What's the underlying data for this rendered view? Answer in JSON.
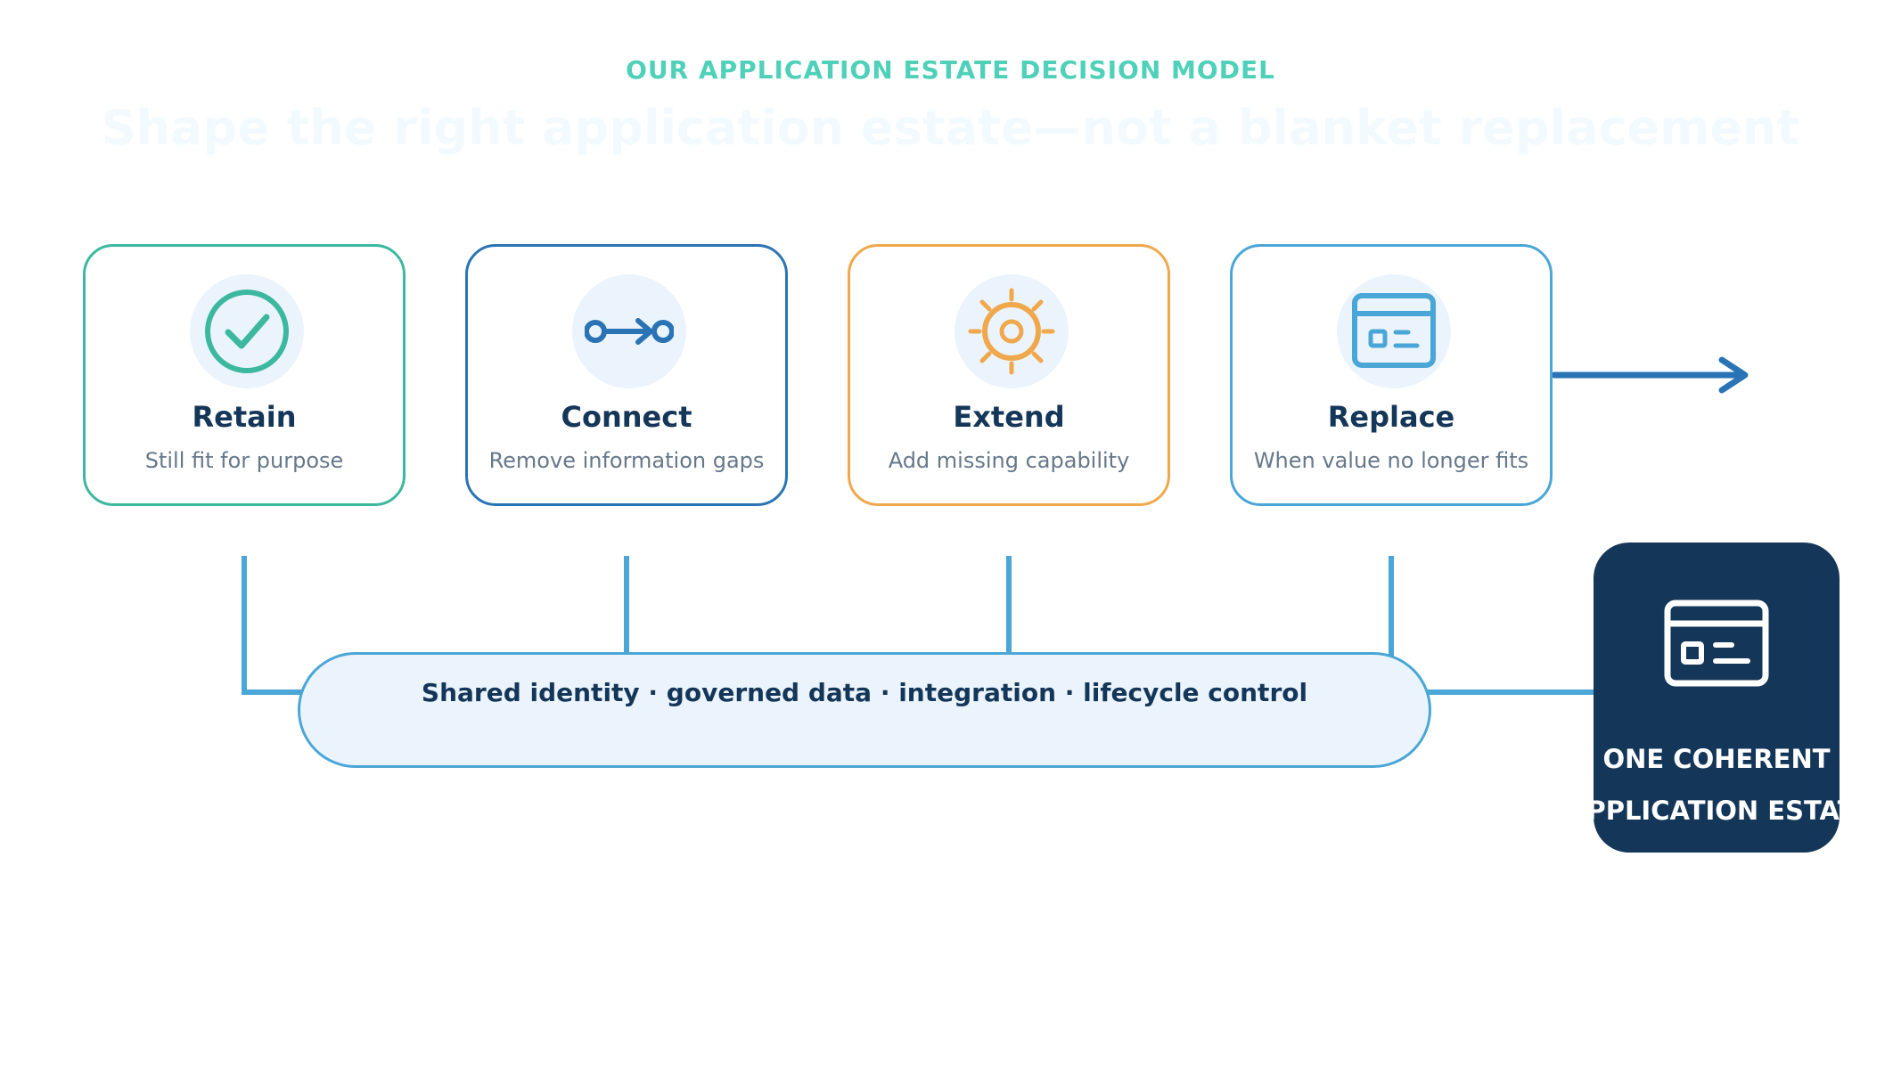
{
  "header": {
    "eyebrow": "OUR APPLICATION ESTATE DECISION MODEL",
    "headline": "Shape the right application estate—not a blanket replacement"
  },
  "cards": [
    {
      "title": "Retain",
      "desc": "Still fit for purpose",
      "icon": "check-circle-icon",
      "color": "#3cb89f"
    },
    {
      "title": "Connect",
      "desc": "Remove information gaps",
      "icon": "connect-arrow-icon",
      "color": "#2a74b5"
    },
    {
      "title": "Extend",
      "desc": "Add missing capability",
      "icon": "sun-gear-icon",
      "color": "#f0a84d"
    },
    {
      "title": "Replace",
      "desc": "When value no longer fits",
      "icon": "app-window-icon",
      "color": "#4aa6d6"
    }
  ],
  "platform": {
    "label": "Shared identity · governed data · integration · lifecycle control"
  },
  "outcome": {
    "line1": "ONE COHERENT",
    "line2": "APPLICATION ESTATE",
    "icon": "app-window-icon"
  }
}
